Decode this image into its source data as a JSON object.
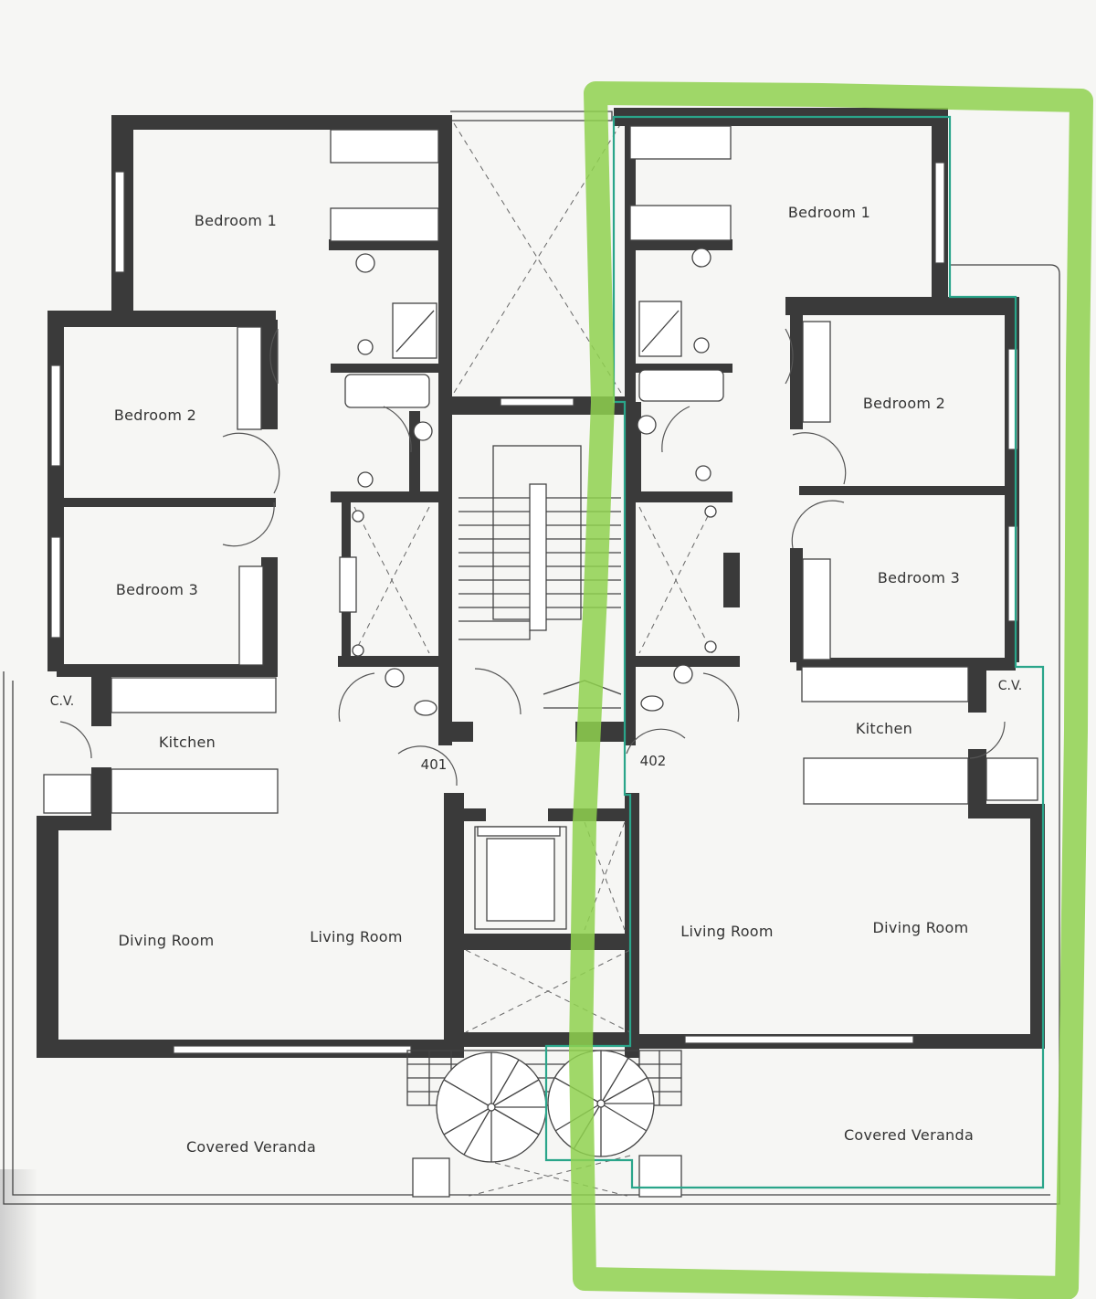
{
  "plan": {
    "unit_numbers": [
      "401",
      "402"
    ],
    "left_unit": {
      "rooms": {
        "bedroom1": "Bedroom 1",
        "bedroom2": "Bedroom 2",
        "bedroom3": "Bedroom 3",
        "cv": "C.V.",
        "kitchen": "Kitchen",
        "dining": "Diving Room",
        "living": "Living Room",
        "veranda": "Covered Veranda"
      }
    },
    "right_unit": {
      "rooms": {
        "bedroom1": "Bedroom 1",
        "bedroom2": "Bedroom 2",
        "bedroom3": "Bedroom 3",
        "cv": "C.V.",
        "kitchen": "Kitchen",
        "living": "Living Room",
        "dining": "Diving Room",
        "veranda": "Covered Veranda"
      }
    },
    "highlight_color": "#8fd14f",
    "outline_color": "#2aa58a",
    "wall_color": "#3a3a3a"
  }
}
